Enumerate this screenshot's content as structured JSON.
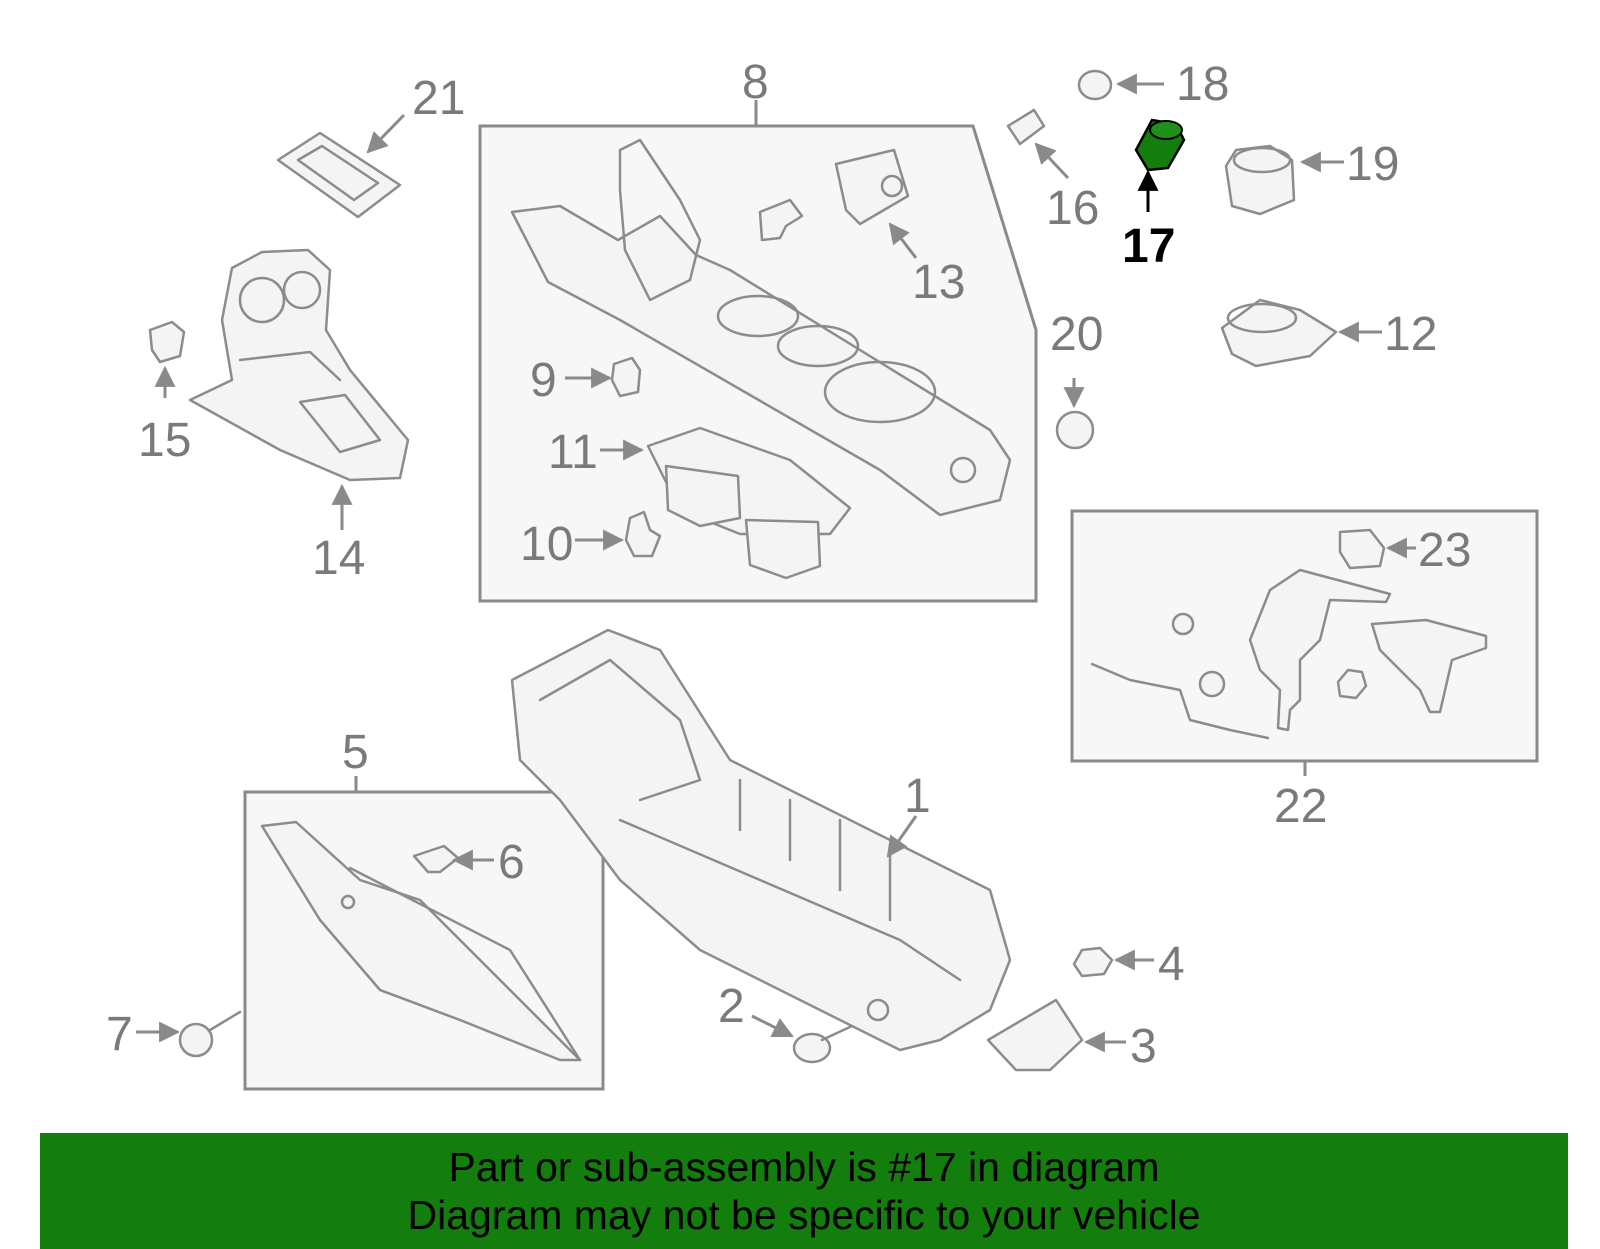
{
  "callouts": {
    "c1": "1",
    "c2": "2",
    "c3": "3",
    "c4": "4",
    "c5": "5",
    "c6": "6",
    "c7": "7",
    "c8": "8",
    "c9": "9",
    "c10": "10",
    "c11": "11",
    "c12": "12",
    "c13": "13",
    "c14": "14",
    "c15": "15",
    "c16": "16",
    "c17": "17",
    "c18": "18",
    "c19": "19",
    "c20": "20",
    "c21": "21",
    "c22": "22",
    "c23": "23"
  },
  "highlight_color": "#137d0d",
  "banner": {
    "line1": "Part or sub-assembly is #17 in diagram",
    "line2": "Diagram may not be specific to your vehicle"
  }
}
